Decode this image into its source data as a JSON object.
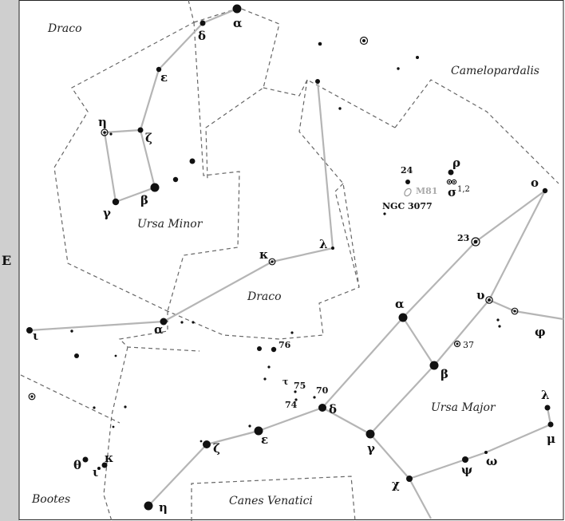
{
  "edge_label": "E",
  "constellations": [
    {
      "id": "draco-top",
      "name": "Draco"
    },
    {
      "id": "camelopardalis",
      "name": "Camelopardalis"
    },
    {
      "id": "ursa-minor",
      "name": "Ursa Minor"
    },
    {
      "id": "draco-center",
      "name": "Draco"
    },
    {
      "id": "ursa-major",
      "name": "Ursa Major"
    },
    {
      "id": "bootes",
      "name": "Bootes"
    },
    {
      "id": "canes-venatici",
      "name": "Canes Venatici"
    }
  ],
  "star_labels": [
    {
      "id": "umi-alpha",
      "text": "α"
    },
    {
      "id": "umi-delta",
      "text": "δ"
    },
    {
      "id": "umi-epsilon",
      "text": "ε"
    },
    {
      "id": "umi-zeta",
      "text": "ζ"
    },
    {
      "id": "umi-eta",
      "text": "η"
    },
    {
      "id": "umi-beta",
      "text": "β"
    },
    {
      "id": "umi-gamma",
      "text": "γ"
    },
    {
      "id": "dra-kappa",
      "text": "κ"
    },
    {
      "id": "dra-lambda",
      "text": "λ"
    },
    {
      "id": "dra-alpha",
      "text": "α"
    },
    {
      "id": "dra-iota",
      "text": "ι"
    },
    {
      "id": "uma-omicron",
      "text": "ο"
    },
    {
      "id": "uma-rho",
      "text": "ρ"
    },
    {
      "id": "uma-sigma",
      "text": "σ"
    },
    {
      "id": "uma-upsilon",
      "text": "υ"
    },
    {
      "id": "uma-phi",
      "text": "φ"
    },
    {
      "id": "uma-alpha",
      "text": "α"
    },
    {
      "id": "uma-beta",
      "text": "β"
    },
    {
      "id": "uma-gamma",
      "text": "γ"
    },
    {
      "id": "uma-delta",
      "text": "δ"
    },
    {
      "id": "uma-epsilon",
      "text": "ε"
    },
    {
      "id": "uma-zeta",
      "text": "ζ"
    },
    {
      "id": "uma-eta",
      "text": "η"
    },
    {
      "id": "uma-chi",
      "text": "χ"
    },
    {
      "id": "uma-psi",
      "text": "ψ"
    },
    {
      "id": "uma-omega",
      "text": "ω"
    },
    {
      "id": "uma-lambda",
      "text": "λ"
    },
    {
      "id": "uma-mu",
      "text": "μ"
    },
    {
      "id": "boo-theta",
      "text": "θ"
    },
    {
      "id": "boo-kappa",
      "text": "κ"
    },
    {
      "id": "boo-iota",
      "text": "ι"
    }
  ],
  "number_labels": [
    {
      "id": "n24",
      "text": "24"
    },
    {
      "id": "n23",
      "text": "23"
    },
    {
      "id": "n37",
      "text": "37"
    },
    {
      "id": "n76",
      "text": "76"
    },
    {
      "id": "n75",
      "text": "75"
    },
    {
      "id": "n74",
      "text": "74"
    },
    {
      "id": "n70",
      "text": "70"
    },
    {
      "id": "tau",
      "text": "τ"
    },
    {
      "id": "sigma-sup",
      "text": "1,2"
    }
  ],
  "objects": {
    "m81": "M81",
    "ngc3077": "NGC 3077"
  }
}
